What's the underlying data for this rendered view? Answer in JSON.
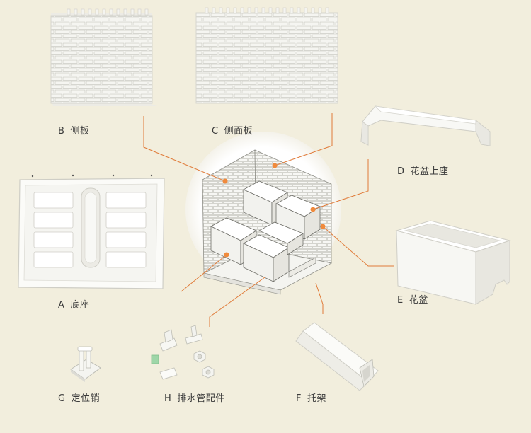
{
  "parts": {
    "b": {
      "code": "B",
      "name": "侧板"
    },
    "c": {
      "code": "C",
      "name": "侧面板"
    },
    "d": {
      "code": "D",
      "name": "花盆上座"
    },
    "a": {
      "code": "A",
      "name": "底座"
    },
    "e": {
      "code": "E",
      "name": "花盆"
    },
    "g": {
      "code": "G",
      "name": "定位销"
    },
    "h": {
      "code": "H",
      "name": "排水管配件"
    },
    "f": {
      "code": "F",
      "name": "托架"
    }
  },
  "colors": {
    "background": "#f2eedd",
    "leader_line": "#e07b39",
    "marker": "#f08a3c",
    "part_white": "#fbfbf8",
    "part_shadow": "#d9d8d2"
  }
}
